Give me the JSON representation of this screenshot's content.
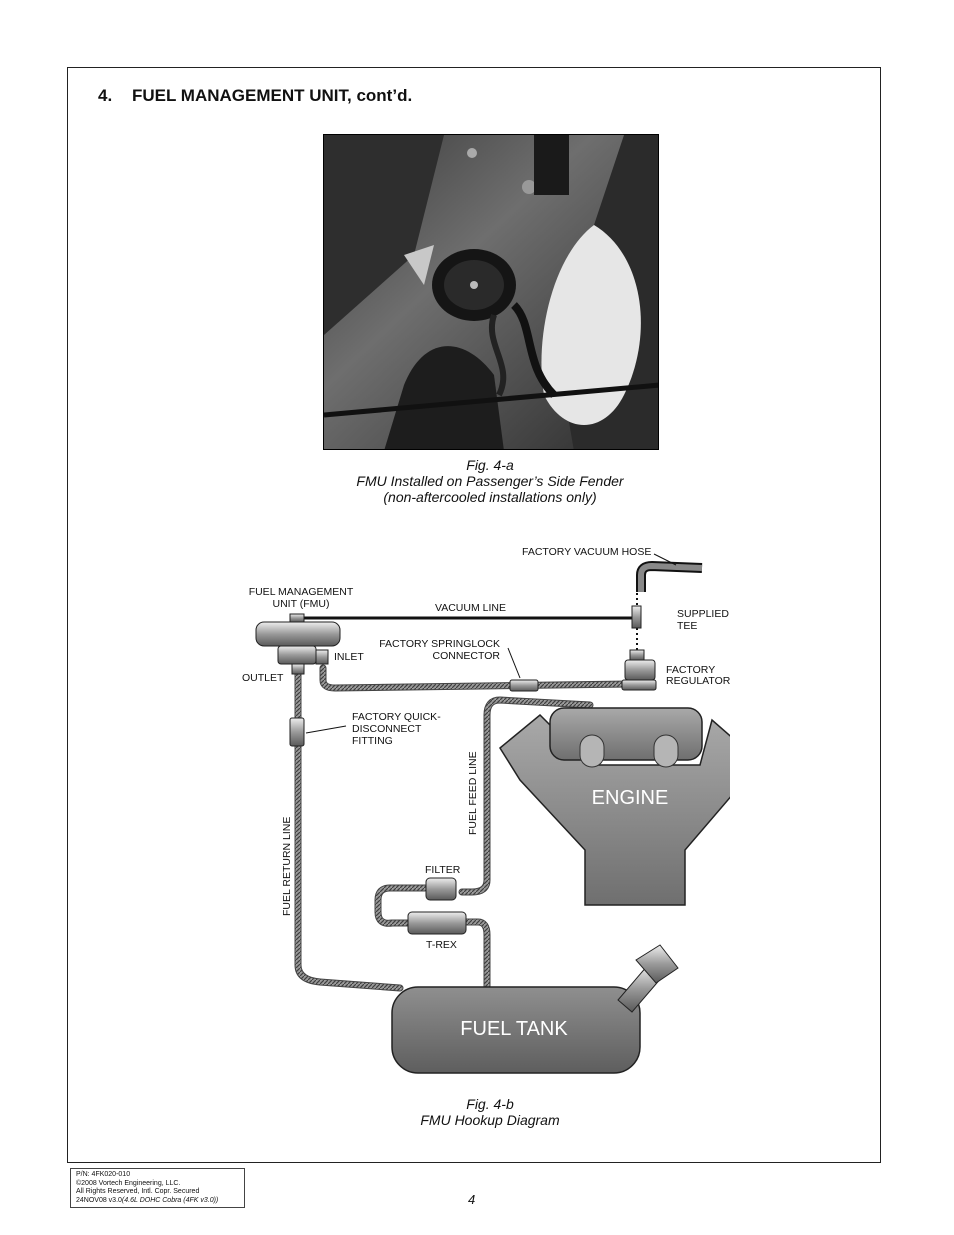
{
  "section": {
    "number": "4.",
    "title": "FUEL MANAGEMENT UNIT, cont’d."
  },
  "fig_a": {
    "label": "Fig. 4-a",
    "line1": "FMU Installed on Passenger’s Side Fender",
    "line2": "(non-aftercooled installations only)"
  },
  "diagram": {
    "labels": {
      "factory_vacuum_hose": "FACTORY VACUUM HOSE",
      "fmu_line1": "FUEL MANAGEMENT",
      "fmu_line2": "UNIT (FMU)",
      "vacuum_line": "VACUUM LINE",
      "supplied_tee_line1": "SUPPLIED",
      "supplied_tee_line2": "TEE",
      "springlock_line1": "FACTORY SPRINGLOCK",
      "springlock_line2": "CONNECTOR",
      "inlet": "INLET",
      "outlet": "OUTLET",
      "regulator_line1": "FACTORY",
      "regulator_line2": "REGULATOR",
      "quick_disconnect_line1": "FACTORY QUICK-",
      "quick_disconnect_line2": "DISCONNECT",
      "quick_disconnect_line3": "FITTING",
      "fuel_feed_line": "FUEL FEED LINE",
      "fuel_return_line": "FUEL RETURN LINE",
      "engine": "ENGINE",
      "filter": "FILTER",
      "t_rex": "T-REX",
      "fuel_tank": "FUEL TANK"
    }
  },
  "fig_b": {
    "label": "Fig. 4-b",
    "line1": "FMU Hookup Diagram"
  },
  "footer": {
    "part_number": "P/N: 4FK020-010",
    "copyright": "©2008 Vortech Engineering, LLC.",
    "rights": "All Rights Reserved, Intl. Copr. Secured",
    "version": "24NOV08 v3.0",
    "version_detail": "(4.6L DOHC Cobra (4FK v3.0))",
    "page_number": "4"
  },
  "colors": {
    "engine_fill": "#8a8a8a",
    "tank_fill": "#7a7a7a",
    "hose": "#555555"
  }
}
